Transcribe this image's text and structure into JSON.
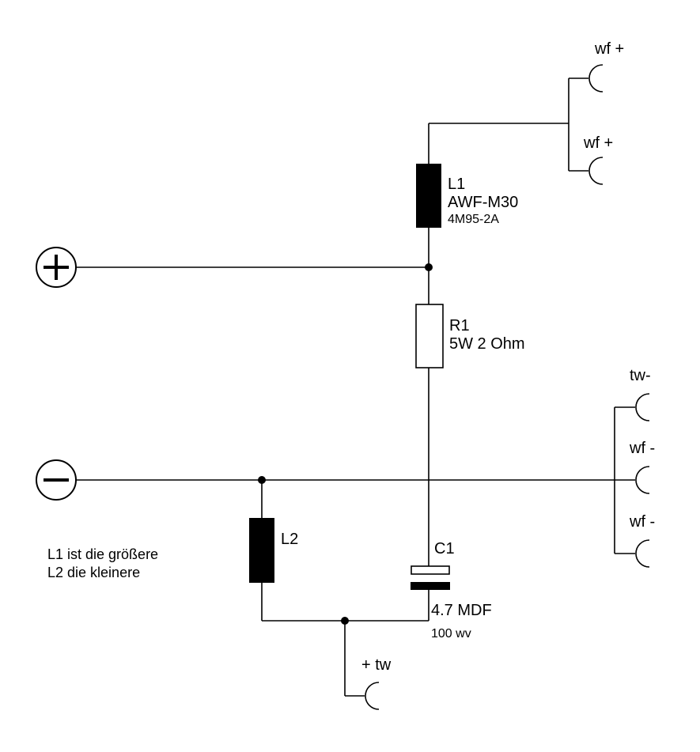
{
  "components": {
    "L1": {
      "name": "L1",
      "part": "AWF-M30",
      "code": "4M95-2A"
    },
    "R1": {
      "name": "R1",
      "spec": "5W 2 Ohm"
    },
    "L2": {
      "name": "L2"
    },
    "C1": {
      "name": "C1",
      "value": "4.7 MDF",
      "voltage": "100 wv"
    }
  },
  "terminals": {
    "wf_plus_1": "wf +",
    "wf_plus_2": "wf +",
    "tw_minus": "tw-",
    "wf_minus_1": "wf -",
    "wf_minus_2": "wf -",
    "tw_plus": "+ tw"
  },
  "note": {
    "line1": "L1 ist die größere",
    "line2": "L2 die kleinere"
  },
  "inputs": {
    "plus_symbol": "+",
    "minus_symbol": "−"
  }
}
